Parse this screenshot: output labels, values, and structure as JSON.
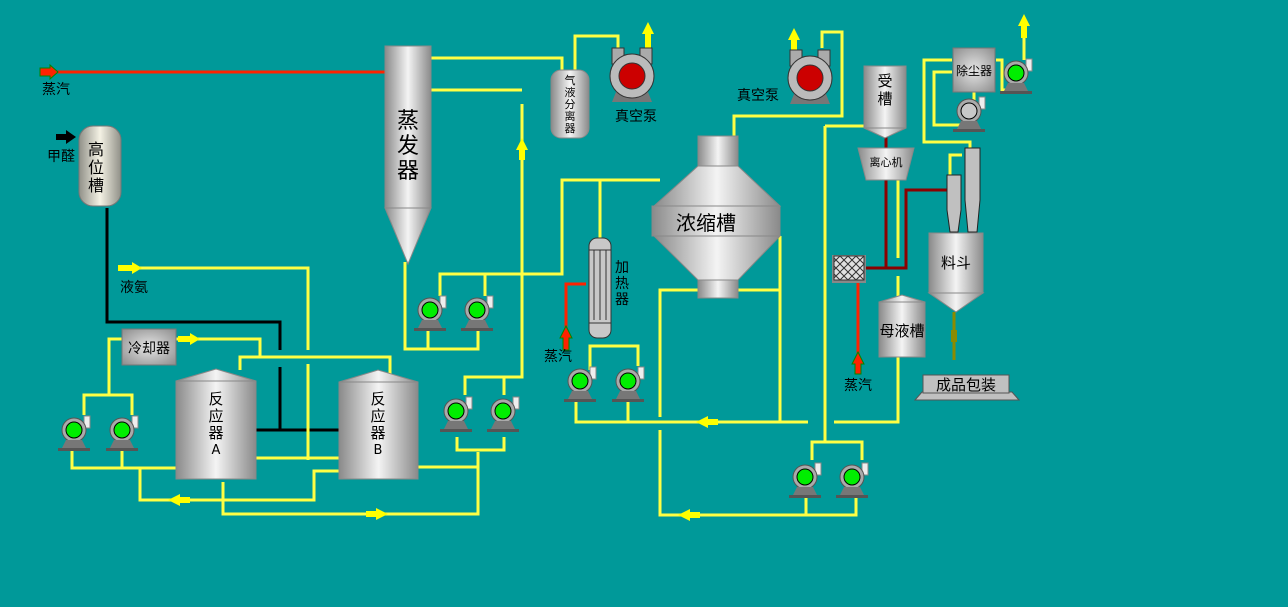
{
  "background": "#009999",
  "colors": {
    "pipe_process": "#ffff44",
    "pipe_ammonia": "#000000",
    "pipe_steam": "#ff2200",
    "pipe_product": "#8b0000",
    "pump_running": "#00ee00",
    "pump_vacuum": "#cc0000",
    "pump_idle": "#c0c0c0"
  },
  "inputs": {
    "steam_main": "蒸汽",
    "formaldehyde": "甲醛",
    "liquid_ammonia": "液氨",
    "steam_heater": "蒸汽",
    "steam_dryer": "蒸汽"
  },
  "equipment": {
    "head_tank": [
      "高",
      "位",
      "槽"
    ],
    "evaporator": [
      "蒸",
      "发",
      "器"
    ],
    "gas_liquid_separator": [
      "气",
      "液",
      "分",
      "离",
      "器"
    ],
    "vacuum_pump_1": "真空泵",
    "vacuum_pump_2": "真空泵",
    "concentrator": "浓缩槽",
    "heater": [
      "加",
      "热",
      "器"
    ],
    "cooler": "冷却器",
    "reactor_a": [
      "反",
      "应",
      "器",
      "A"
    ],
    "reactor_b": [
      "反",
      "应",
      "器",
      "B"
    ],
    "receiving_tank": [
      "受",
      "槽"
    ],
    "centrifuge": "离心机",
    "dust_collector": "除尘器",
    "hopper": "料斗",
    "mother_liquor_tank": "母液槽",
    "packaging": "成品包装"
  },
  "pumps": [
    {
      "id": "pump-cooler-1",
      "state": "running"
    },
    {
      "id": "pump-cooler-2",
      "state": "running"
    },
    {
      "id": "pump-evap-1",
      "state": "running"
    },
    {
      "id": "pump-evap-2",
      "state": "running"
    },
    {
      "id": "pump-reactor-b-1",
      "state": "running"
    },
    {
      "id": "pump-reactor-b-2",
      "state": "running"
    },
    {
      "id": "pump-heater-1",
      "state": "running"
    },
    {
      "id": "pump-heater-2",
      "state": "running"
    },
    {
      "id": "pump-concentrator-1",
      "state": "running"
    },
    {
      "id": "pump-concentrator-2",
      "state": "running"
    },
    {
      "id": "pump-dust-fan",
      "state": "running"
    },
    {
      "id": "pump-dust-blower",
      "state": "idle"
    },
    {
      "id": "vacuum-pump-1",
      "state": "vacuum"
    },
    {
      "id": "vacuum-pump-2",
      "state": "vacuum"
    }
  ]
}
